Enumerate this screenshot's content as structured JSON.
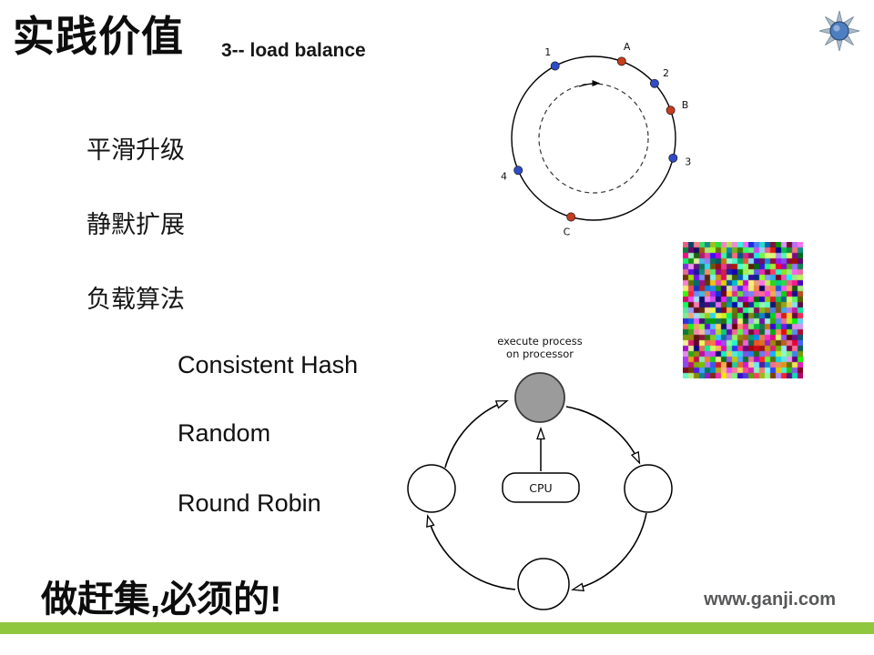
{
  "slide": {
    "title": "实践价值",
    "subtitle": "3-- load balance",
    "footer_slogan": "做赶集,必须的!",
    "footer_url": "www.ganji.com",
    "accent_green": "#8fc73e",
    "background": "#ffffff"
  },
  "bullets": {
    "items": [
      "平滑升级",
      "静默扩展",
      "负载算法"
    ],
    "sub_items": [
      "Consistent Hash",
      "Random",
      "Round Robin"
    ]
  },
  "hash_ring": {
    "direction": "clockwise",
    "node_colors": {
      "numeric": "#2f4bc7",
      "alpha": "#c63d1e"
    },
    "nodes": [
      {
        "label": "1",
        "type": "numeric",
        "angle": 118
      },
      {
        "label": "A",
        "type": "alpha",
        "angle": 70
      },
      {
        "label": "2",
        "type": "numeric",
        "angle": 42
      },
      {
        "label": "B",
        "type": "alpha",
        "angle": 20
      },
      {
        "label": "3",
        "type": "numeric",
        "angle": -14
      },
      {
        "label": "4",
        "type": "numeric",
        "angle": 203
      },
      {
        "label": "C",
        "type": "alpha",
        "angle": 254
      }
    ]
  },
  "process_diagram": {
    "caption_line1": "execute process",
    "caption_line2": "on processor",
    "cpu_label": "CPU"
  }
}
